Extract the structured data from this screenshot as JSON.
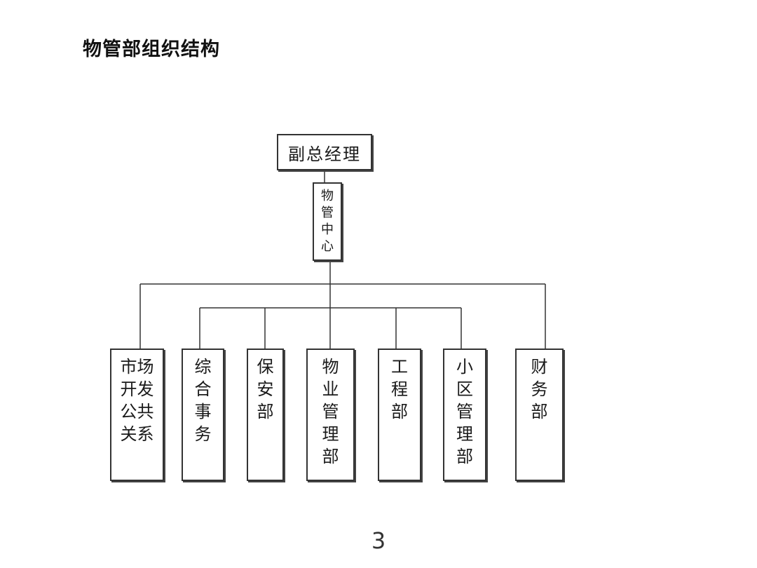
{
  "title": "物管部组织结构",
  "chart": {
    "top": "副总经理",
    "center": "物管中心",
    "departments": [
      {
        "label": "市场开发公共关系"
      },
      {
        "label": "综合事务"
      },
      {
        "label": "保安部"
      },
      {
        "label": "物业管理部"
      },
      {
        "label": "工程部"
      },
      {
        "label": "小区管理部"
      },
      {
        "label": "财务部"
      }
    ]
  },
  "page_number": "3"
}
